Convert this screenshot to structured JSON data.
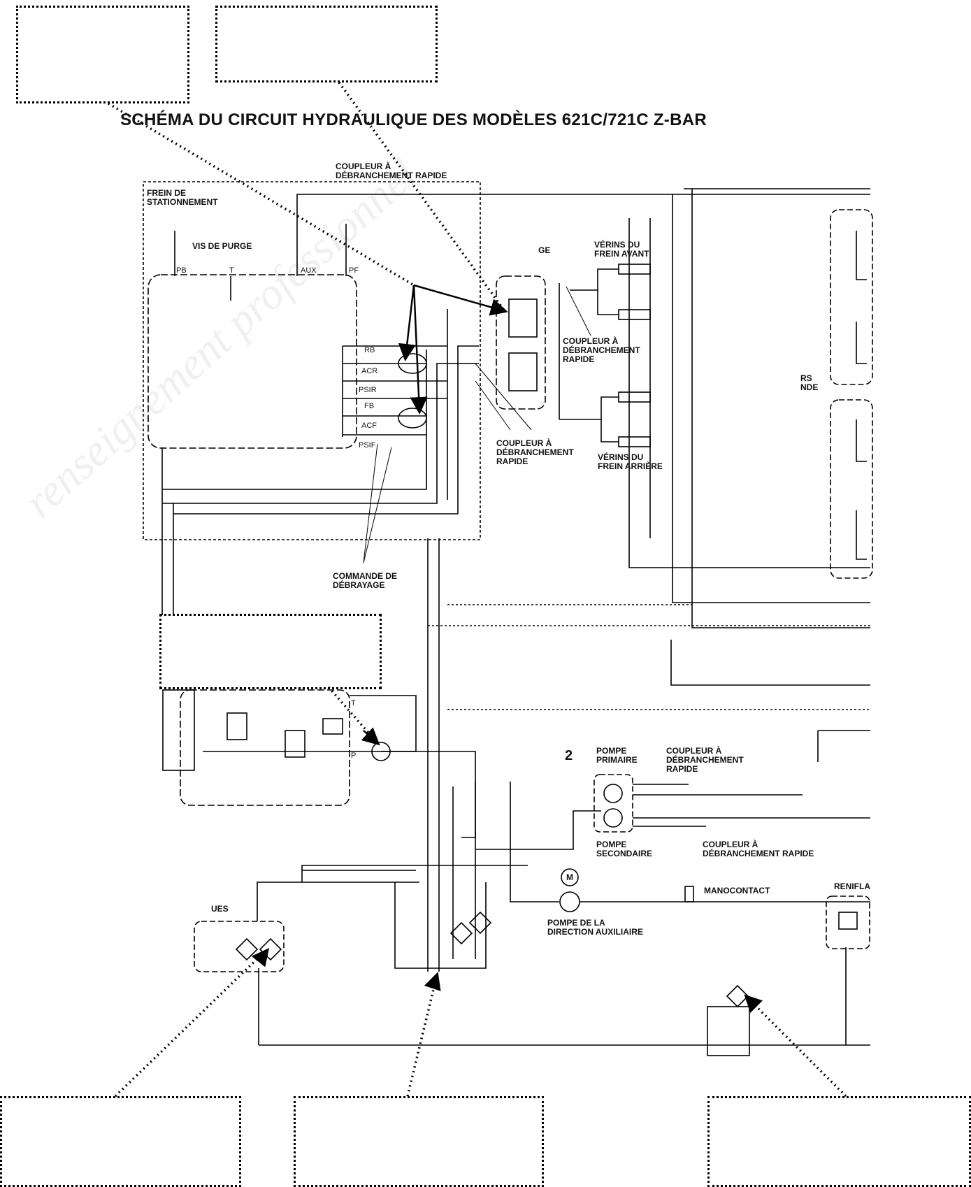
{
  "title": "SCHÉMA DU CIRCUIT HYDRAULIQUE DES MODÈLES 621C/721C Z-BAR",
  "watermark": "renseignement professionnel",
  "labels": {
    "frein_stationnement": "FREIN DE\nSTATIONNEMENT",
    "vis_purge": "VIS DE PURGE",
    "coupleur_top": "COUPLEUR À\nDÉBRANCHEMENT RAPIDE",
    "verins_avant": "VÉRINS DU\nFREIN AVANT",
    "coupleur_mid": "COUPLEUR À\nDÉBRANCHEMENT\nRAPIDE",
    "coupleur_low": "COUPLEUR À\nDÉBRANCHEMENT\nRAPIDE",
    "verins_arriere": "VÉRINS DU\nFREIN ARRIÈRE",
    "commande_debrayage": "COMMANDE DE\nDÉBRAYAGE",
    "ge": "GE",
    "rs_nde": "RS\nNDE",
    "pompe_primaire": "POMPE\nPRIMAIRE",
    "coupleur_pompe": "COUPLEUR À\nDÉBRANCHEMENT\nRAPIDE",
    "pompe_secondaire": "POMPE\nSECONDAIRE",
    "coupleur_bas": "COUPLEUR À\nDÉBRANCHEMENT RAPIDE",
    "manocontact": "MANOCONTACT",
    "pompe_direction": "POMPE DE LA\nDIRECTION AUXILIAIRE",
    "renifla": "RENIFLA",
    "ues": "UES",
    "circle_number": "2",
    "motor": "M"
  },
  "ports": {
    "pb": "PB",
    "t": "T",
    "aux": "AUX",
    "pf": "PF",
    "rb": "RB",
    "acr": "ACR",
    "psir": "PSIR",
    "fb": "FB",
    "acf": "ACF",
    "psif": "PSIF",
    "t2": "T",
    "p2": "P"
  }
}
